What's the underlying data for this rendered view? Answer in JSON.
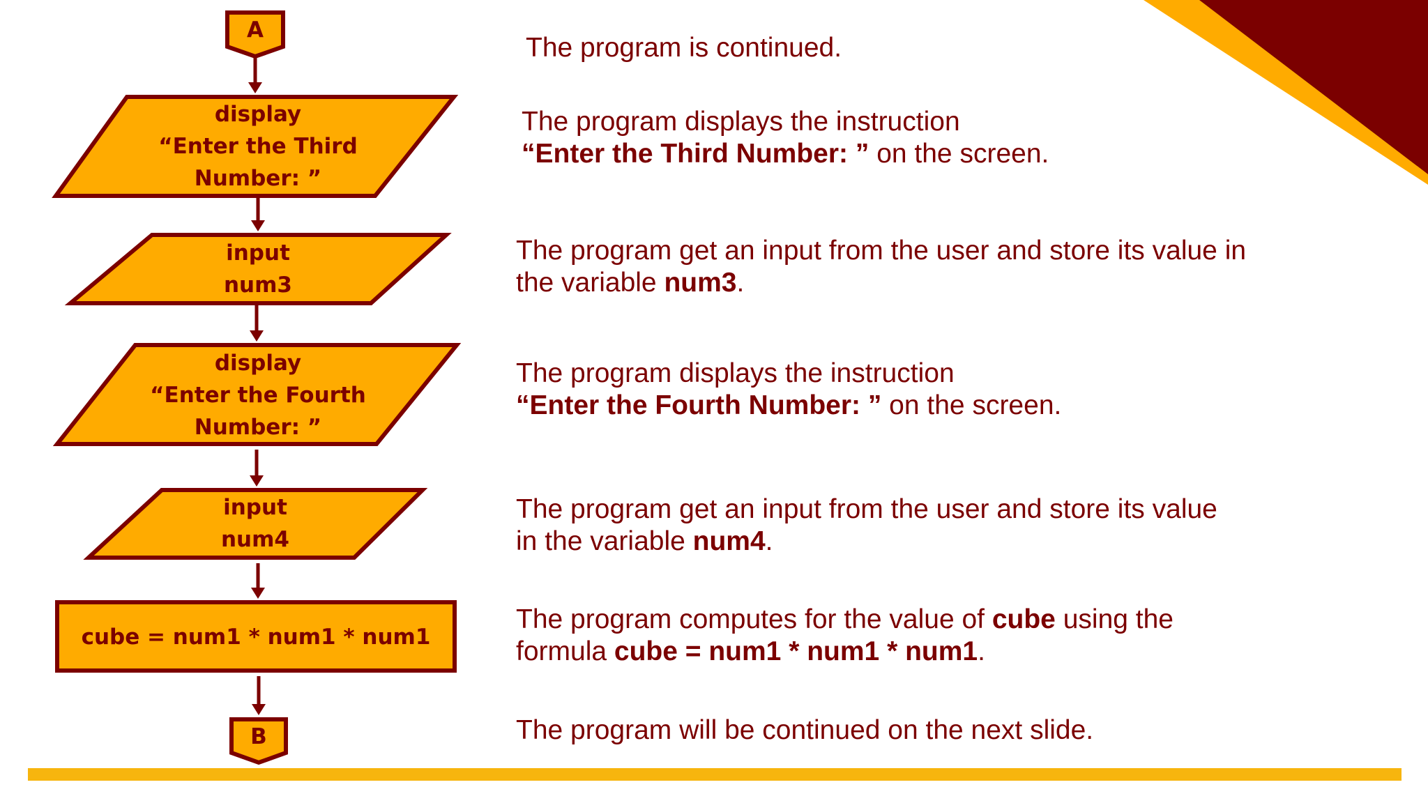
{
  "colors": {
    "accent": "#ffab00",
    "stroke": "#7b0000",
    "bar": "#f7b50e",
    "corner_gold": "#ffab00",
    "corner_dark": "#7b0000"
  },
  "flowchart": {
    "connector_top": "A",
    "box1": [
      "display",
      "“Enter the Third",
      "Number: ”"
    ],
    "box2": [
      "input",
      "num3"
    ],
    "box3": [
      "display",
      "“Enter the Fourth",
      "Number: ”"
    ],
    "box4": [
      "input",
      "num4"
    ],
    "process": "cube = num1 * num1 * num1",
    "connector_bottom": "B"
  },
  "descriptions": {
    "d0": "The program is continued.",
    "d1_line1": "The program displays the instruction",
    "d1_bold": "“Enter the Third Number:  ”",
    "d1_rest": " on the  screen.",
    "d2_line1": "The program get an input from the user and store its value in",
    "d2_pre": "the variable ",
    "d2_bold": "num3",
    "d2_post": ".",
    "d3_line1": "The program displays the instruction",
    "d3_bold": "“Enter the Fourth Number: ”",
    "d3_rest": " on the  screen.",
    "d4_line1": "The program get an input from the user and store its value",
    "d4_pre": "in the variable ",
    "d4_bold": "num4",
    "d4_post": ".",
    "d5_pre": "The program computes for the value of ",
    "d5_bold": "cube",
    "d5_post": " using the",
    "d5_l2_pre": "formula ",
    "d5_l2_bold": "cube = num1 * num1 * num1",
    "d5_l2_post": ".",
    "d6": "The program will be continued on the next slide."
  }
}
